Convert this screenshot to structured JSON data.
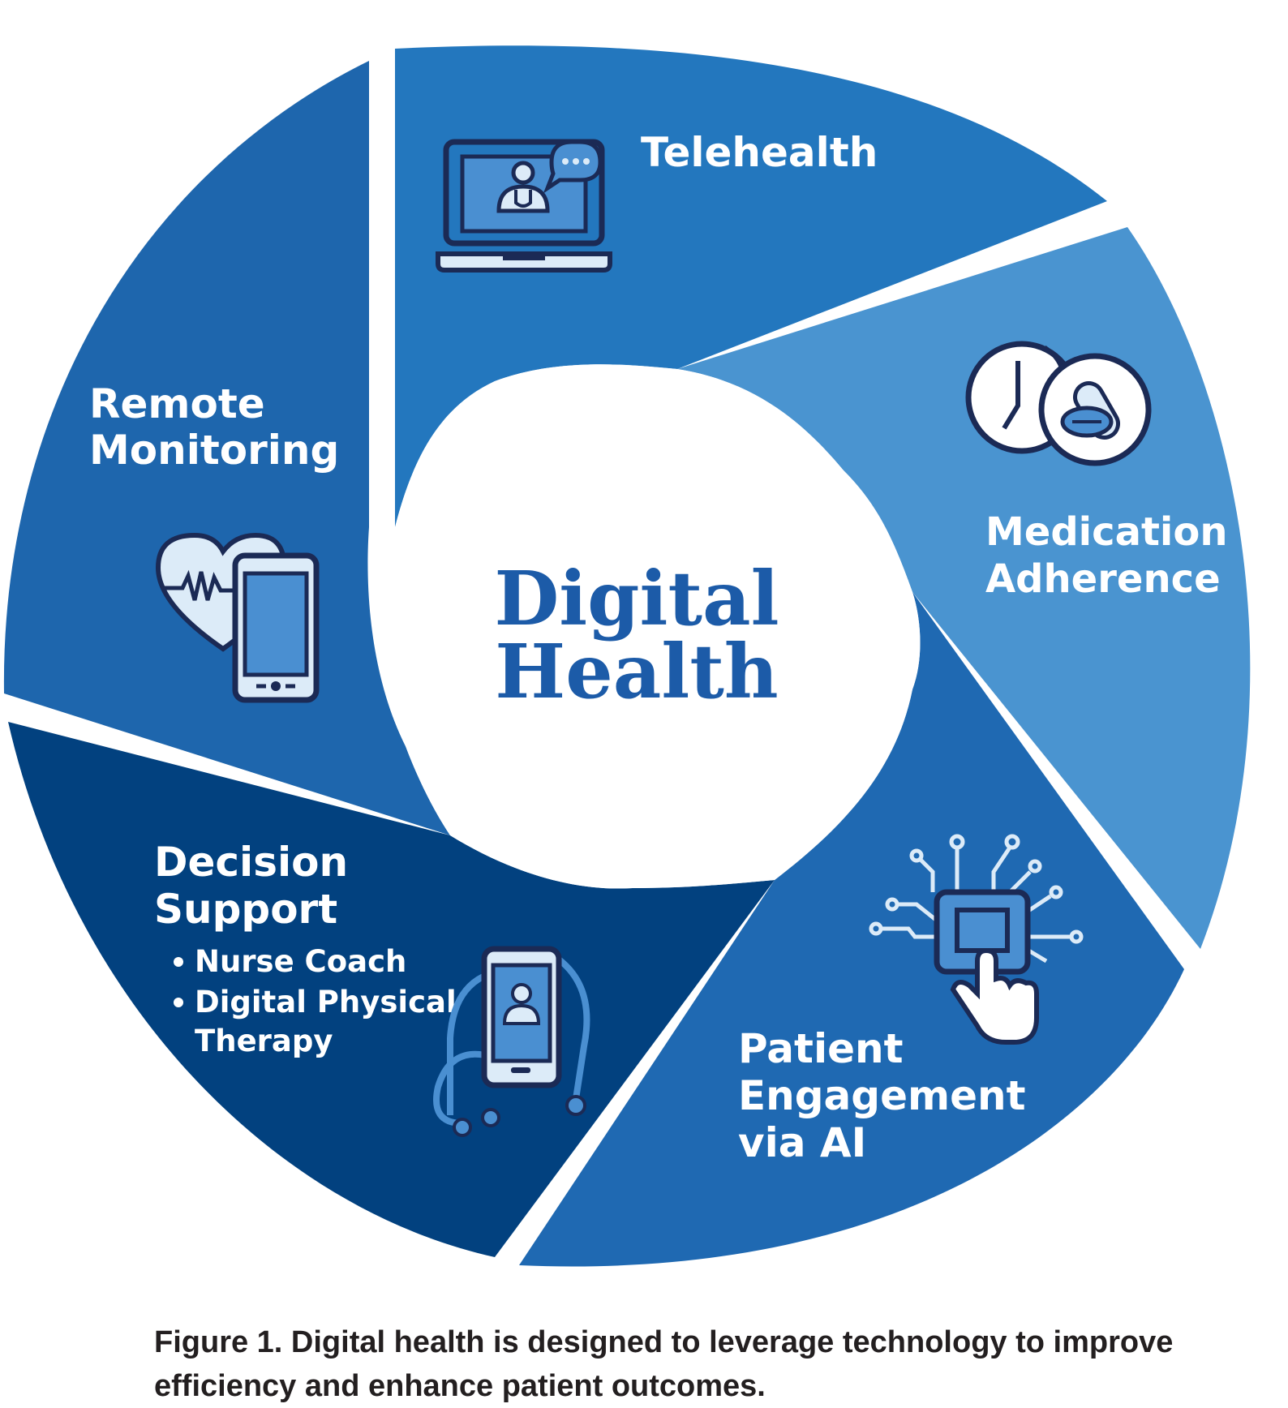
{
  "colors": {
    "telehealth": "#2377be",
    "medication": "#4a94d0",
    "patient": "#1f69b2",
    "decision": "#02417f",
    "remote": "#1e66ad",
    "icon_stroke": "#1b2a55",
    "icon_fill_light": "#dcebf8",
    "icon_fill_mid": "#4a8fd1",
    "center_text": "#1c5ba8",
    "caption_text": "#231f20"
  },
  "center": {
    "line1": "Digital",
    "line2": "Health"
  },
  "segments": {
    "telehealth": {
      "title_line1": "Telehealth",
      "icon": "laptop-doctor-chat-icon"
    },
    "medication": {
      "title_line1": "Medication",
      "title_line2": "Adherence",
      "icon": "clock-pills-icon"
    },
    "patient": {
      "title_line1": "Patient",
      "title_line2": "Engagement",
      "title_line3": "via AI",
      "icon": "ai-chip-hand-icon"
    },
    "decision": {
      "title_line1": "Decision",
      "title_line2": "Support",
      "bullet1": "Nurse Coach",
      "bullet2_line1": "Digital Physical",
      "bullet2_line2": "Therapy",
      "icon": "phone-stethoscope-icon"
    },
    "remote": {
      "title_line1": "Remote",
      "title_line2": "Monitoring",
      "icon": "heart-phone-icon"
    }
  },
  "caption": {
    "line1": "Figure 1. Digital health is designed to leverage technology to improve",
    "line2": "efficiency and enhance patient outcomes."
  }
}
